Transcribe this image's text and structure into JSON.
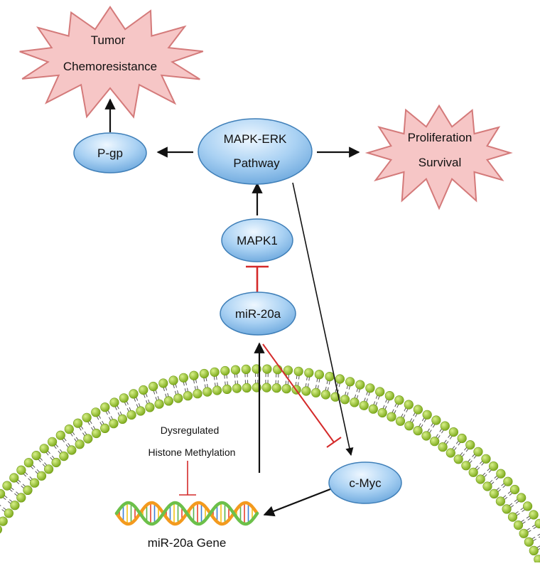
{
  "nodes": {
    "chemoresistance": {
      "line1": "Tumor",
      "line2": "Chemoresistance"
    },
    "proliferation": {
      "line1": "Proliferation",
      "line2": "Survival"
    },
    "mapk_erk": {
      "line1": "MAPK-ERK",
      "line2": "Pathway"
    },
    "pgp": {
      "label": "P-gp"
    },
    "mapk1": {
      "label": "MAPK1"
    },
    "mir20a": {
      "label": "miR-20a"
    },
    "cmyc": {
      "label": "c-Myc"
    },
    "histone": {
      "line1": "Dysregulated",
      "line2": "Histone Methylation"
    },
    "gene": {
      "label": "miR-20a Gene"
    }
  },
  "colors": {
    "node_fill_light": "#dcefff",
    "node_fill_dark": "#7fb6e6",
    "node_stroke": "#3f7fb8",
    "star_fill": "#f6c6c6",
    "star_stroke": "#d47a7a",
    "activation": "#111111",
    "inhibition": "#d42a2a",
    "lipid_head": "#9ccc2c",
    "lipid_tail": "#555555",
    "dna_orange": "#f39a1e",
    "dna_green": "#6cc04a"
  },
  "icons": {
    "membrane": "lipid-bilayer-icon",
    "gene": "dna-helix-icon"
  }
}
